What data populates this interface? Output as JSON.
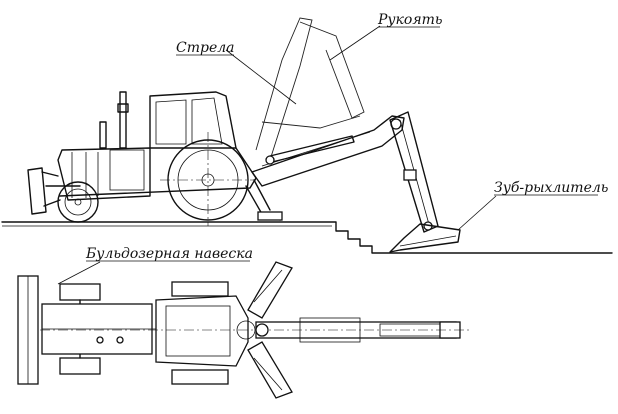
{
  "labels": {
    "boom": "Стрела",
    "dipper": "Рукоять",
    "ripper": "Зуб-рыхлитель",
    "dozer": "Бульдозерная навеска"
  }
}
